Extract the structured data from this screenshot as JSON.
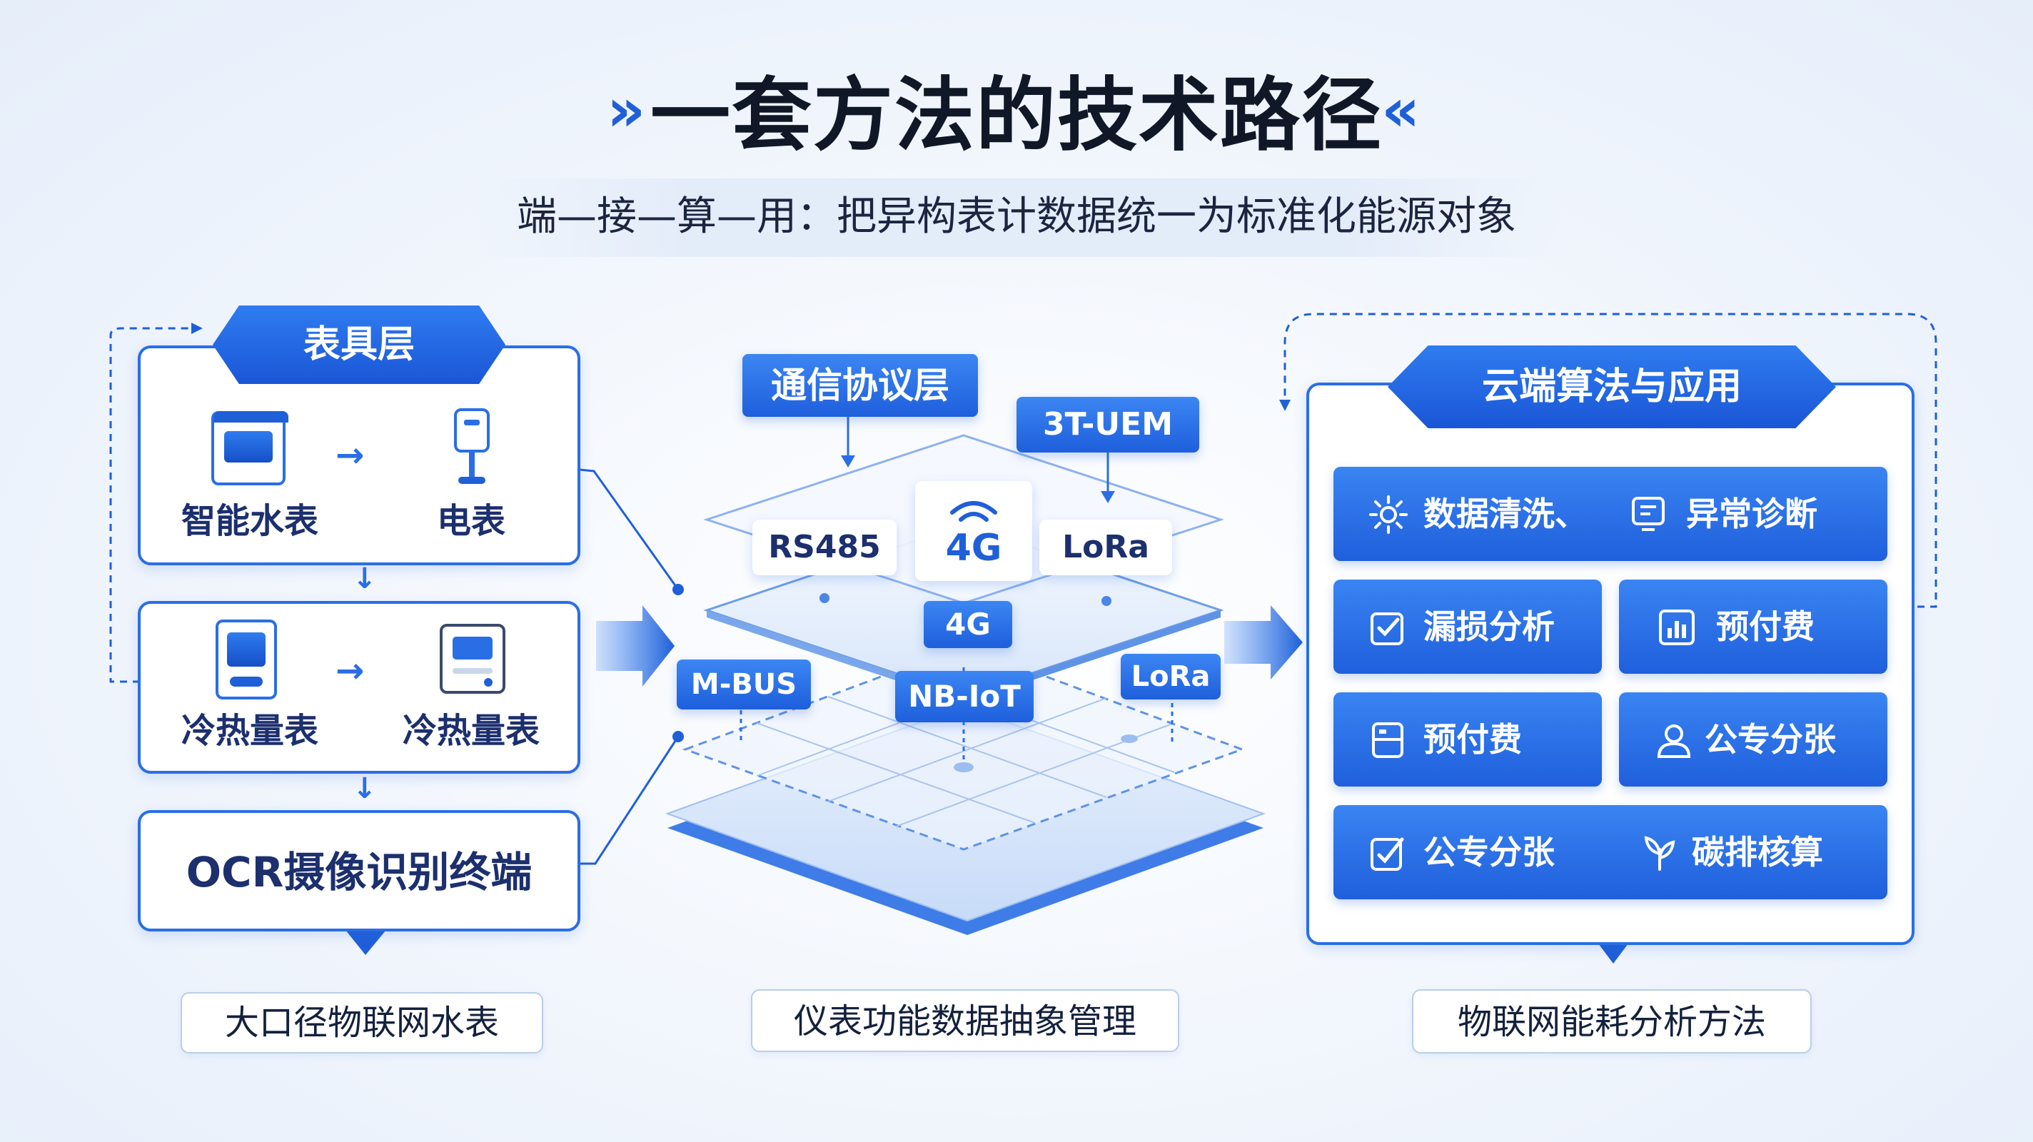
{
  "title": "一套方法的技术路径",
  "subtitle": "端—接—算—用：把异构表计数据统一为标准化能源对象",
  "colors": {
    "primary": "#1f5fd8",
    "accent_light": "#e3ecf9",
    "text": "#14213d"
  },
  "left": {
    "banner": "表具层",
    "devices": {
      "smart_water": "智能水表",
      "electric": "电表",
      "cold_heat_1": "冷热量表",
      "cold_heat_2": "冷热量表"
    },
    "ocr": "OCR摄像识别终端",
    "caption": "大口径物联网水表"
  },
  "center": {
    "banner": "通信协议层",
    "protocols": {
      "top_right": "3T-UEM",
      "rs485": "RS485",
      "center_4g": "4G",
      "lora_top": "LoRa",
      "mid_4g": "4G",
      "mbus": "M-BUS",
      "nbiot": "NB-IoT",
      "lora_bottom": "LoRa"
    },
    "caption": "仪表功能数据抽象管理"
  },
  "right": {
    "banner": "云端算法与应用",
    "tiles": {
      "row1_a": "数据清洗、",
      "row1_b": "异常诊断",
      "row2_a": "漏损分析",
      "row2_b": "预付费",
      "row3_a": "预付费",
      "row3_b": "公专分张",
      "row4_a": "公专分张",
      "row4_b": "碳排核算"
    },
    "icons": [
      "gear-icon",
      "monitor-icon",
      "checklist-icon",
      "bar-chart-icon",
      "terminal-icon",
      "user-icon",
      "edit-icon",
      "leaf-icon"
    ],
    "caption": "物联网能耗分析方法"
  }
}
